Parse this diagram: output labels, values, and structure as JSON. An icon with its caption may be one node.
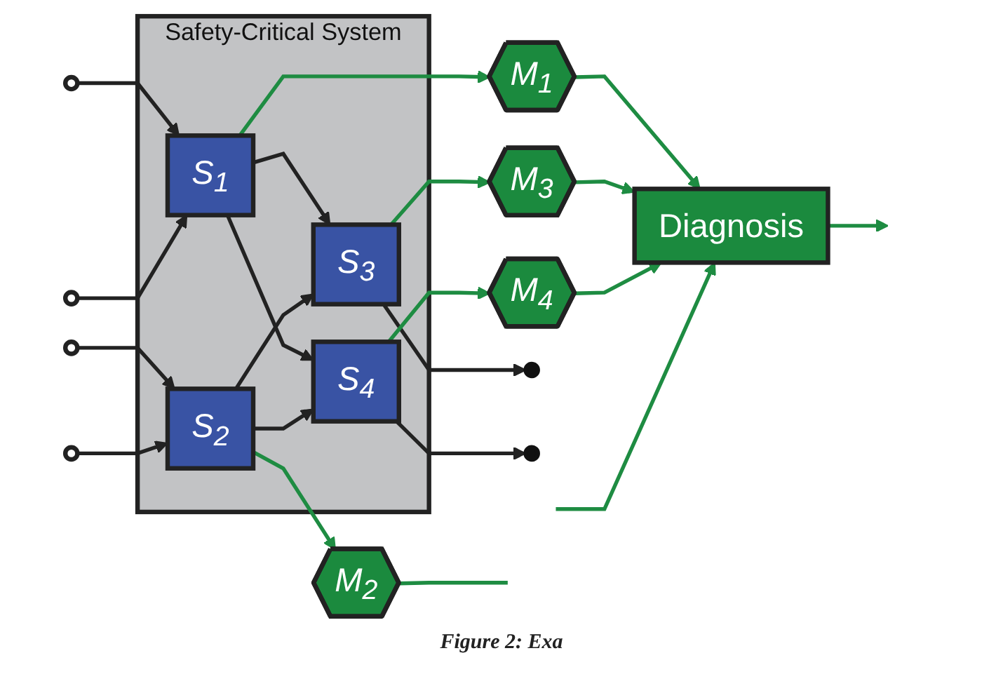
{
  "diagram": {
    "caption": "Figure 2: Exa",
    "nodes": [
      {
        "text": [
          "M$_{1}$"
        ]
      },
      {
        "text": [
          "M$_{3}$"
        ]
      },
      {
        "text": [
          "Safety-Critical System"
        ]
      },
      {
        "text": [
          "S$_{1}$"
        ],
        "in": 2
      },
      {
        "text": [
          "S$_{3}$"
        ],
        "in": 2
      },
      {
        "text": [
          "S$_{2}$"
        ],
        "in": 2
      },
      {
        "text": [
          "S$_{4}$"
        ],
        "in": 2
      },
      {
        "text": [
          "M$_{2}$"
        ]
      },
      {
        "text": [
          "M$_{4}$"
        ]
      },
      {
        "text": [
          "Diagnosis"
        ]
      },
      {
        "text": [],
        "shape": "circle"
      },
      {
        "text": [],
        "shape": "circle"
      },
      {
        "text": [],
        "shape": "circle"
      },
      {
        "text": [],
        "shape": "circle"
      },
      {
        "text": [],
        "shape": "circle"
      },
      {
        "text": [],
        "shape": "circle"
      }
    ],
    "edges": [
      {
        "from": 10,
        "to": 3,
        "arrow": "to"
      },
      {
        "from": 11,
        "to": 3,
        "arrow": "to"
      },
      {
        "from": 12,
        "to": 5,
        "arrow": "to"
      },
      {
        "from": 13,
        "to": 5,
        "arrow": "to"
      },
      {
        "from": 3,
        "to": 4,
        "arrow": "to"
      },
      {
        "from": 3,
        "to": 6,
        "arrow": "to"
      },
      {
        "from": 5,
        "to": 6,
        "arrow": "to"
      },
      {
        "from": 5,
        "to": 4,
        "arrow": "to"
      },
      {
        "from": 4,
        "to": 14,
        "arrow": "to"
      },
      {
        "from": 6,
        "to": 15,
        "arrow": "to"
      },
      {
        "from": 3,
        "to": 0,
        "arrow": "to",
        "color": "#1e8c42"
      },
      {
        "from": 4,
        "to": 1,
        "arrow": "to",
        "color": "#1e8c42"
      },
      {
        "from": 5,
        "to": 7,
        "arrow": "to",
        "color": "#1e8c42"
      },
      {
        "from": 6,
        "to": 8,
        "arrow": "to",
        "color": "#1e8c42"
      },
      {
        "from": 0,
        "to": 9,
        "arrow": "to",
        "color": "#1e8c42"
      },
      {
        "from": 1,
        "to": 9,
        "arrow": "to",
        "color": "#1e8c42"
      },
      {
        "from": 8,
        "to": 9,
        "arrow": "to",
        "color": "#1e8c42"
      },
      {
        "from": 9,
        "to": null,
        "arrow": "to",
        "color": "#1e8c42"
      },
      {
        "from": null,
        "to": 9,
        "arrow": "to",
        "color": "#1e8c42"
      },
      {
        "from": 7,
        "to": null,
        "arrow": "none",
        "color": "#1e8c42"
      }
    ]
  }
}
